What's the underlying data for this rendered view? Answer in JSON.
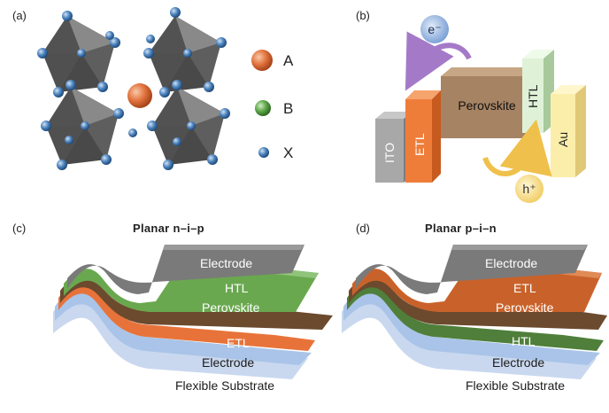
{
  "panels": {
    "a": {
      "label": "(a)",
      "legend": [
        {
          "symbol": "A",
          "color": "#e2733f"
        },
        {
          "symbol": "B",
          "color": "#5ea64a"
        },
        {
          "symbol": "X",
          "color": "#4d83bd"
        }
      ]
    },
    "b": {
      "label": "(b)",
      "electron": "e⁻",
      "hole": "h⁺",
      "layers": [
        "ITO",
        "ETL",
        "Perovskite",
        "HTL",
        "Au"
      ]
    },
    "c": {
      "label": "(c)",
      "title": "Planar n–i–p",
      "layers": [
        "Electrode",
        "HTL",
        "Perovskite",
        "ETL",
        "Electrode",
        "Flexible Substrate"
      ]
    },
    "d": {
      "label": "(d)",
      "title": "Planar p–i–n",
      "layers": [
        "Electrode",
        "ETL",
        "Perovskite",
        "HTL",
        "Electrode",
        "Flexible Substrate"
      ]
    }
  },
  "colors": {
    "octahedron": "#5c5c5c",
    "A_site": "#e2733f",
    "B_site": "#5ea64a",
    "X_site": "#4d83bd",
    "ITO": "#a8a8a8",
    "ETL_b": "#ef7d3a",
    "Perovskite_b": "#a68363",
    "HTL_b": "#dff2d8",
    "Au": "#fbeeaa",
    "electrode_top": "#7a7a7a",
    "htl_green": "#6aa84f",
    "perovskite_brown": "#6b4a2e",
    "etl_orange": "#e8733a",
    "electrode_bottom": "#a9c4e8",
    "substrate": "#c9d8ef",
    "electron_arrow": "#a47ac8",
    "hole_arrow": "#f0c04c"
  }
}
